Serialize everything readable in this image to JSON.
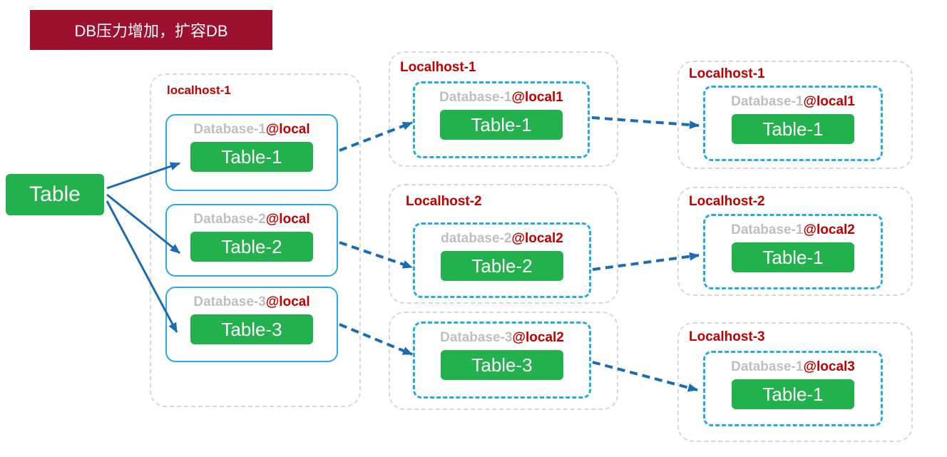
{
  "banner": {
    "label": "DB压力增加，扩容DB"
  },
  "source": {
    "label": "Table"
  },
  "stage1": {
    "host_label": "localhost-1",
    "databases": [
      {
        "name": "Database-1",
        "suffix": "@local",
        "table": "Table-1"
      },
      {
        "name": "Database-2",
        "suffix": "@local",
        "table": "Table-2"
      },
      {
        "name": "Database-3",
        "suffix": "@local",
        "table": "Table-3"
      }
    ]
  },
  "stage2": {
    "hosts": [
      {
        "label": "Localhost-1",
        "db_name": "Database-1",
        "db_suffix": "@local1",
        "table": "Table-1"
      },
      {
        "label": "Localhost-2",
        "db_name": "database-2",
        "db_suffix": "@local2",
        "table": "Table-2"
      },
      {
        "db_name": "Database-3",
        "db_suffix": "@local2",
        "table": "Table-3"
      }
    ]
  },
  "stage3": {
    "hosts": [
      {
        "label": "Localhost-1",
        "db_name": "Database-1",
        "db_suffix": "@local1",
        "table": "Table-1"
      },
      {
        "label": "Localhost-2",
        "db_name": "Database-1",
        "db_suffix": "@local2",
        "table": "Table-1"
      },
      {
        "label": "Localhost-3",
        "db_name": "Database-1",
        "db_suffix": "@local3",
        "table": "Table-1"
      }
    ]
  },
  "colors": {
    "banner_bg": "#9e1030",
    "green": "#22b14c",
    "red_text": "#c00000",
    "gray_text": "#bfbfbf",
    "blue_border": "#29abe2",
    "gray_border": "#d8d8d8",
    "arrow": "#1b6cb5"
  }
}
